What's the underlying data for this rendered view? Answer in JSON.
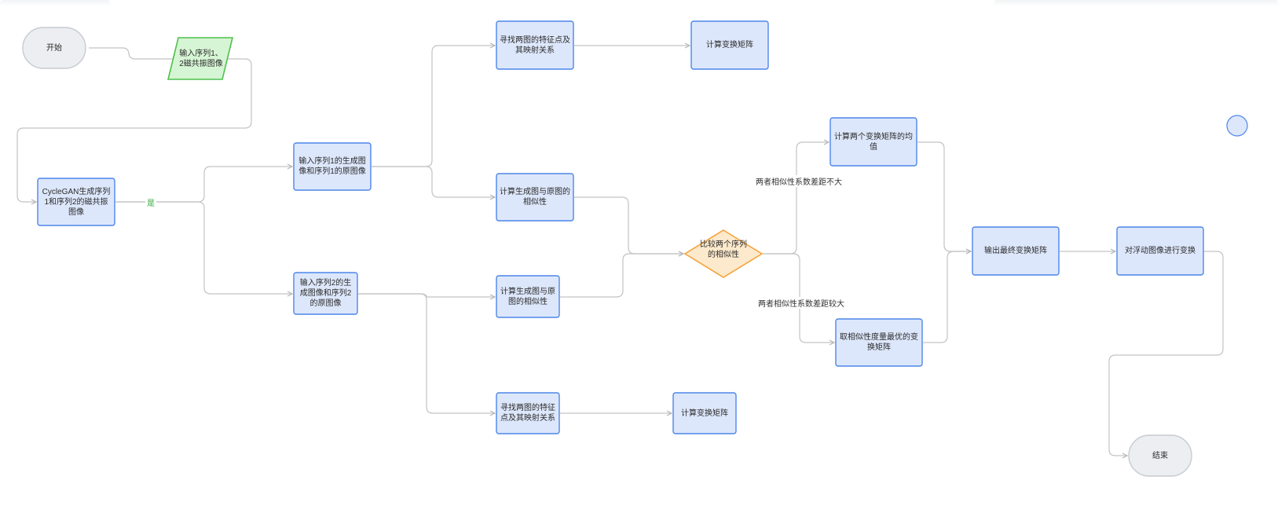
{
  "nodes": {
    "start": "开始",
    "input_seq": "输入序列1、2磁共振图像",
    "cyclegan": "CycleGAN生成序列1和序列2的磁共振图像",
    "in1": "输入序列1的生成图像和序列1的原图像",
    "in2": "输入序列2的生成图像和序列2的原图像",
    "feat_top": "寻找两图的特征点及其映射关系",
    "calc_top": "计算变换矩阵",
    "sim1": "计算生成图与原图的相似性",
    "sim2": "计算生成图与原图的相似性",
    "feat_bot": "寻找两图的特征点及其映射关系",
    "calc_bot": "计算变换矩阵",
    "compare": "比较两个序列的相似性",
    "mean": "计算两个变换矩阵的均值",
    "best": "取相似性度量最优的变换矩阵",
    "output": "输出最终变换矩阵",
    "transform": "对浮动图像进行变换",
    "end": "结束"
  },
  "edge_labels": {
    "yes": "是",
    "small_gap": "两者相似性系数差距不大",
    "large_gap": "两者相似性系数差距较大"
  },
  "colors": {
    "process_fill": "#dde7fb",
    "process_border": "#4d86ea",
    "io_fill": "#d6f5d4",
    "io_border": "#4fc24b",
    "decision_fill": "#fde9cc",
    "decision_border": "#f5a33c",
    "terminal_fill": "#eceef1",
    "connector": "#c3c3c3"
  }
}
